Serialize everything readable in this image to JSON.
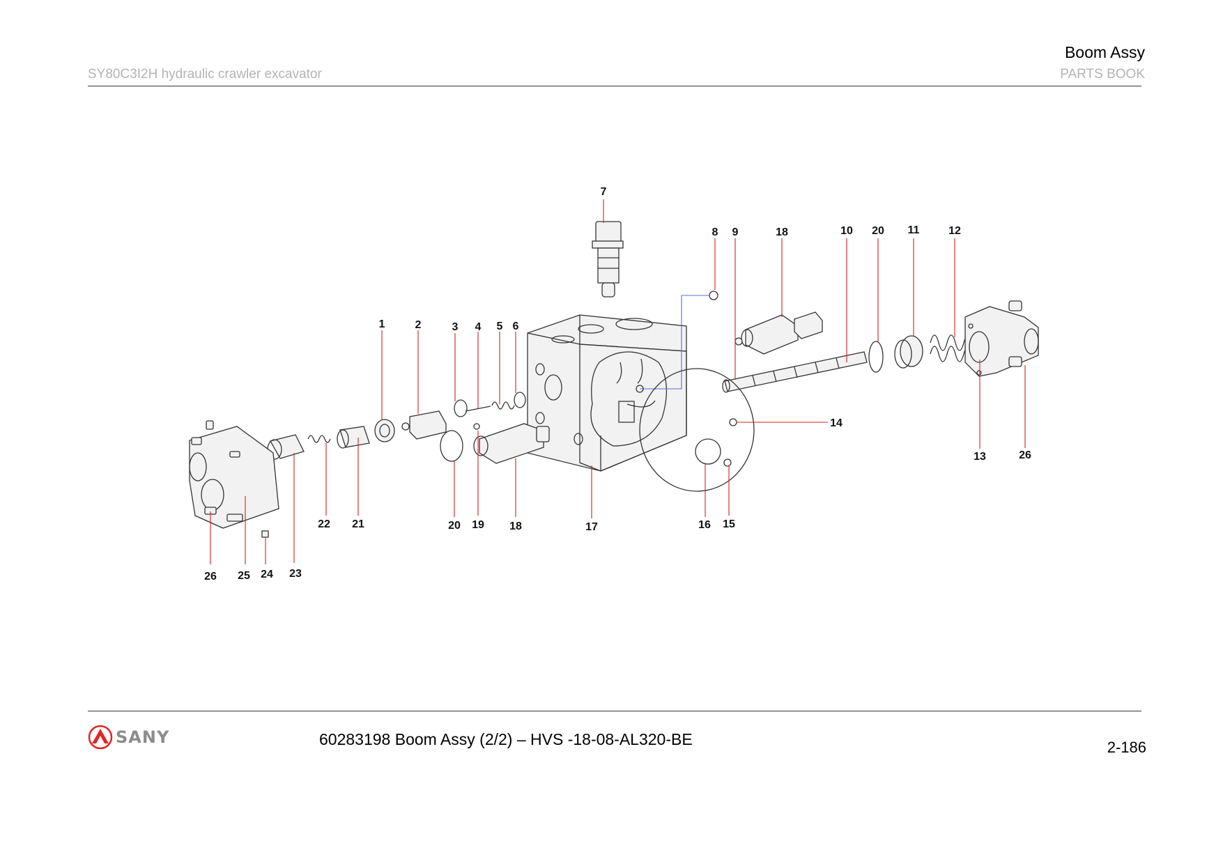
{
  "header": {
    "title": "Boom Assy",
    "model": "SY80C3I2H hydraulic crawler excavator",
    "book": "PARTS BOOK"
  },
  "footer": {
    "brand": "SANY",
    "caption": "60283198 Boom Assy (2/2) – HVS -18-08-AL320-BE",
    "page": "2-186"
  },
  "colors": {
    "leader": "#d62020",
    "link": "#5b6fd6",
    "logo_red": "#e02525"
  },
  "callouts": [
    {
      "id": "c7",
      "text": "7"
    },
    {
      "id": "c8",
      "text": "8"
    },
    {
      "id": "c9",
      "text": "9"
    },
    {
      "id": "c18a",
      "text": "18"
    },
    {
      "id": "c10",
      "text": "10"
    },
    {
      "id": "c20a",
      "text": "20"
    },
    {
      "id": "c11",
      "text": "11"
    },
    {
      "id": "c12",
      "text": "12"
    },
    {
      "id": "c1",
      "text": "1"
    },
    {
      "id": "c2",
      "text": "2"
    },
    {
      "id": "c3",
      "text": "3"
    },
    {
      "id": "c4",
      "text": "4"
    },
    {
      "id": "c5",
      "text": "5"
    },
    {
      "id": "c6",
      "text": "6"
    },
    {
      "id": "c14",
      "text": "14"
    },
    {
      "id": "c13",
      "text": "13"
    },
    {
      "id": "c26a",
      "text": "26"
    },
    {
      "id": "c22",
      "text": "22"
    },
    {
      "id": "c21",
      "text": "21"
    },
    {
      "id": "c20b",
      "text": "20"
    },
    {
      "id": "c19",
      "text": "19"
    },
    {
      "id": "c18b",
      "text": "18"
    },
    {
      "id": "c17",
      "text": "17"
    },
    {
      "id": "c16",
      "text": "16"
    },
    {
      "id": "c15",
      "text": "15"
    },
    {
      "id": "c26b",
      "text": "26"
    },
    {
      "id": "c25",
      "text": "25"
    },
    {
      "id": "c24",
      "text": "24"
    },
    {
      "id": "c23",
      "text": "23"
    }
  ]
}
